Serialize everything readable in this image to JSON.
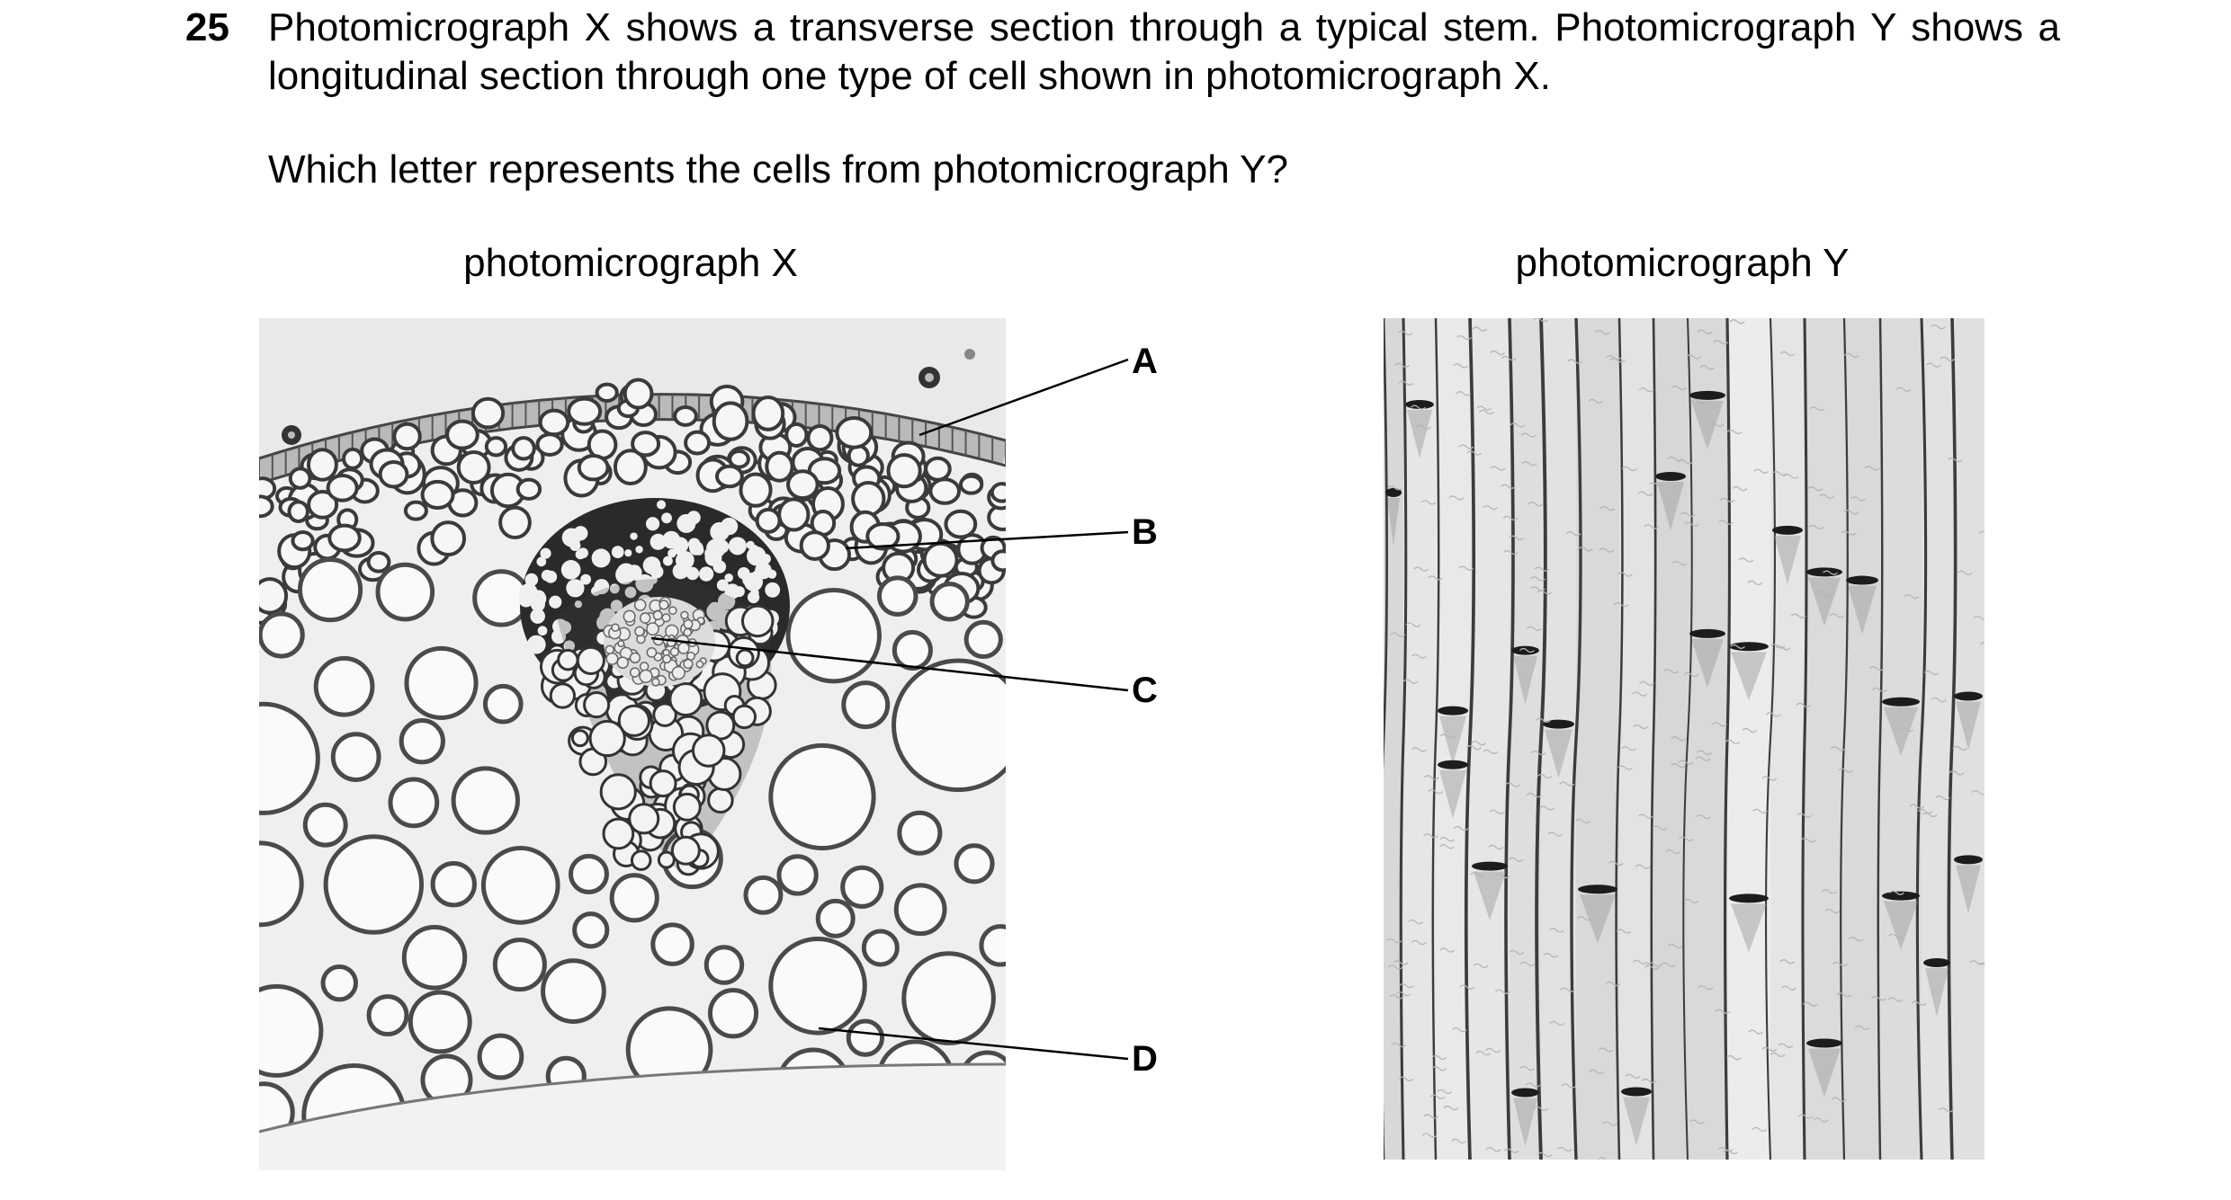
{
  "question": {
    "number": "25",
    "text": "Photomicrograph X shows a transverse section through a typical stem. Photomicrograph Y shows a longitudinal section through one type of cell shown in photomicrograph X.",
    "prompt": "Which letter represents the cells from photomicrograph Y?"
  },
  "figures": {
    "x_caption": "photomicrograph X",
    "y_caption": "photomicrograph Y"
  },
  "labels": [
    "A",
    "B",
    "C",
    "D"
  ]
}
